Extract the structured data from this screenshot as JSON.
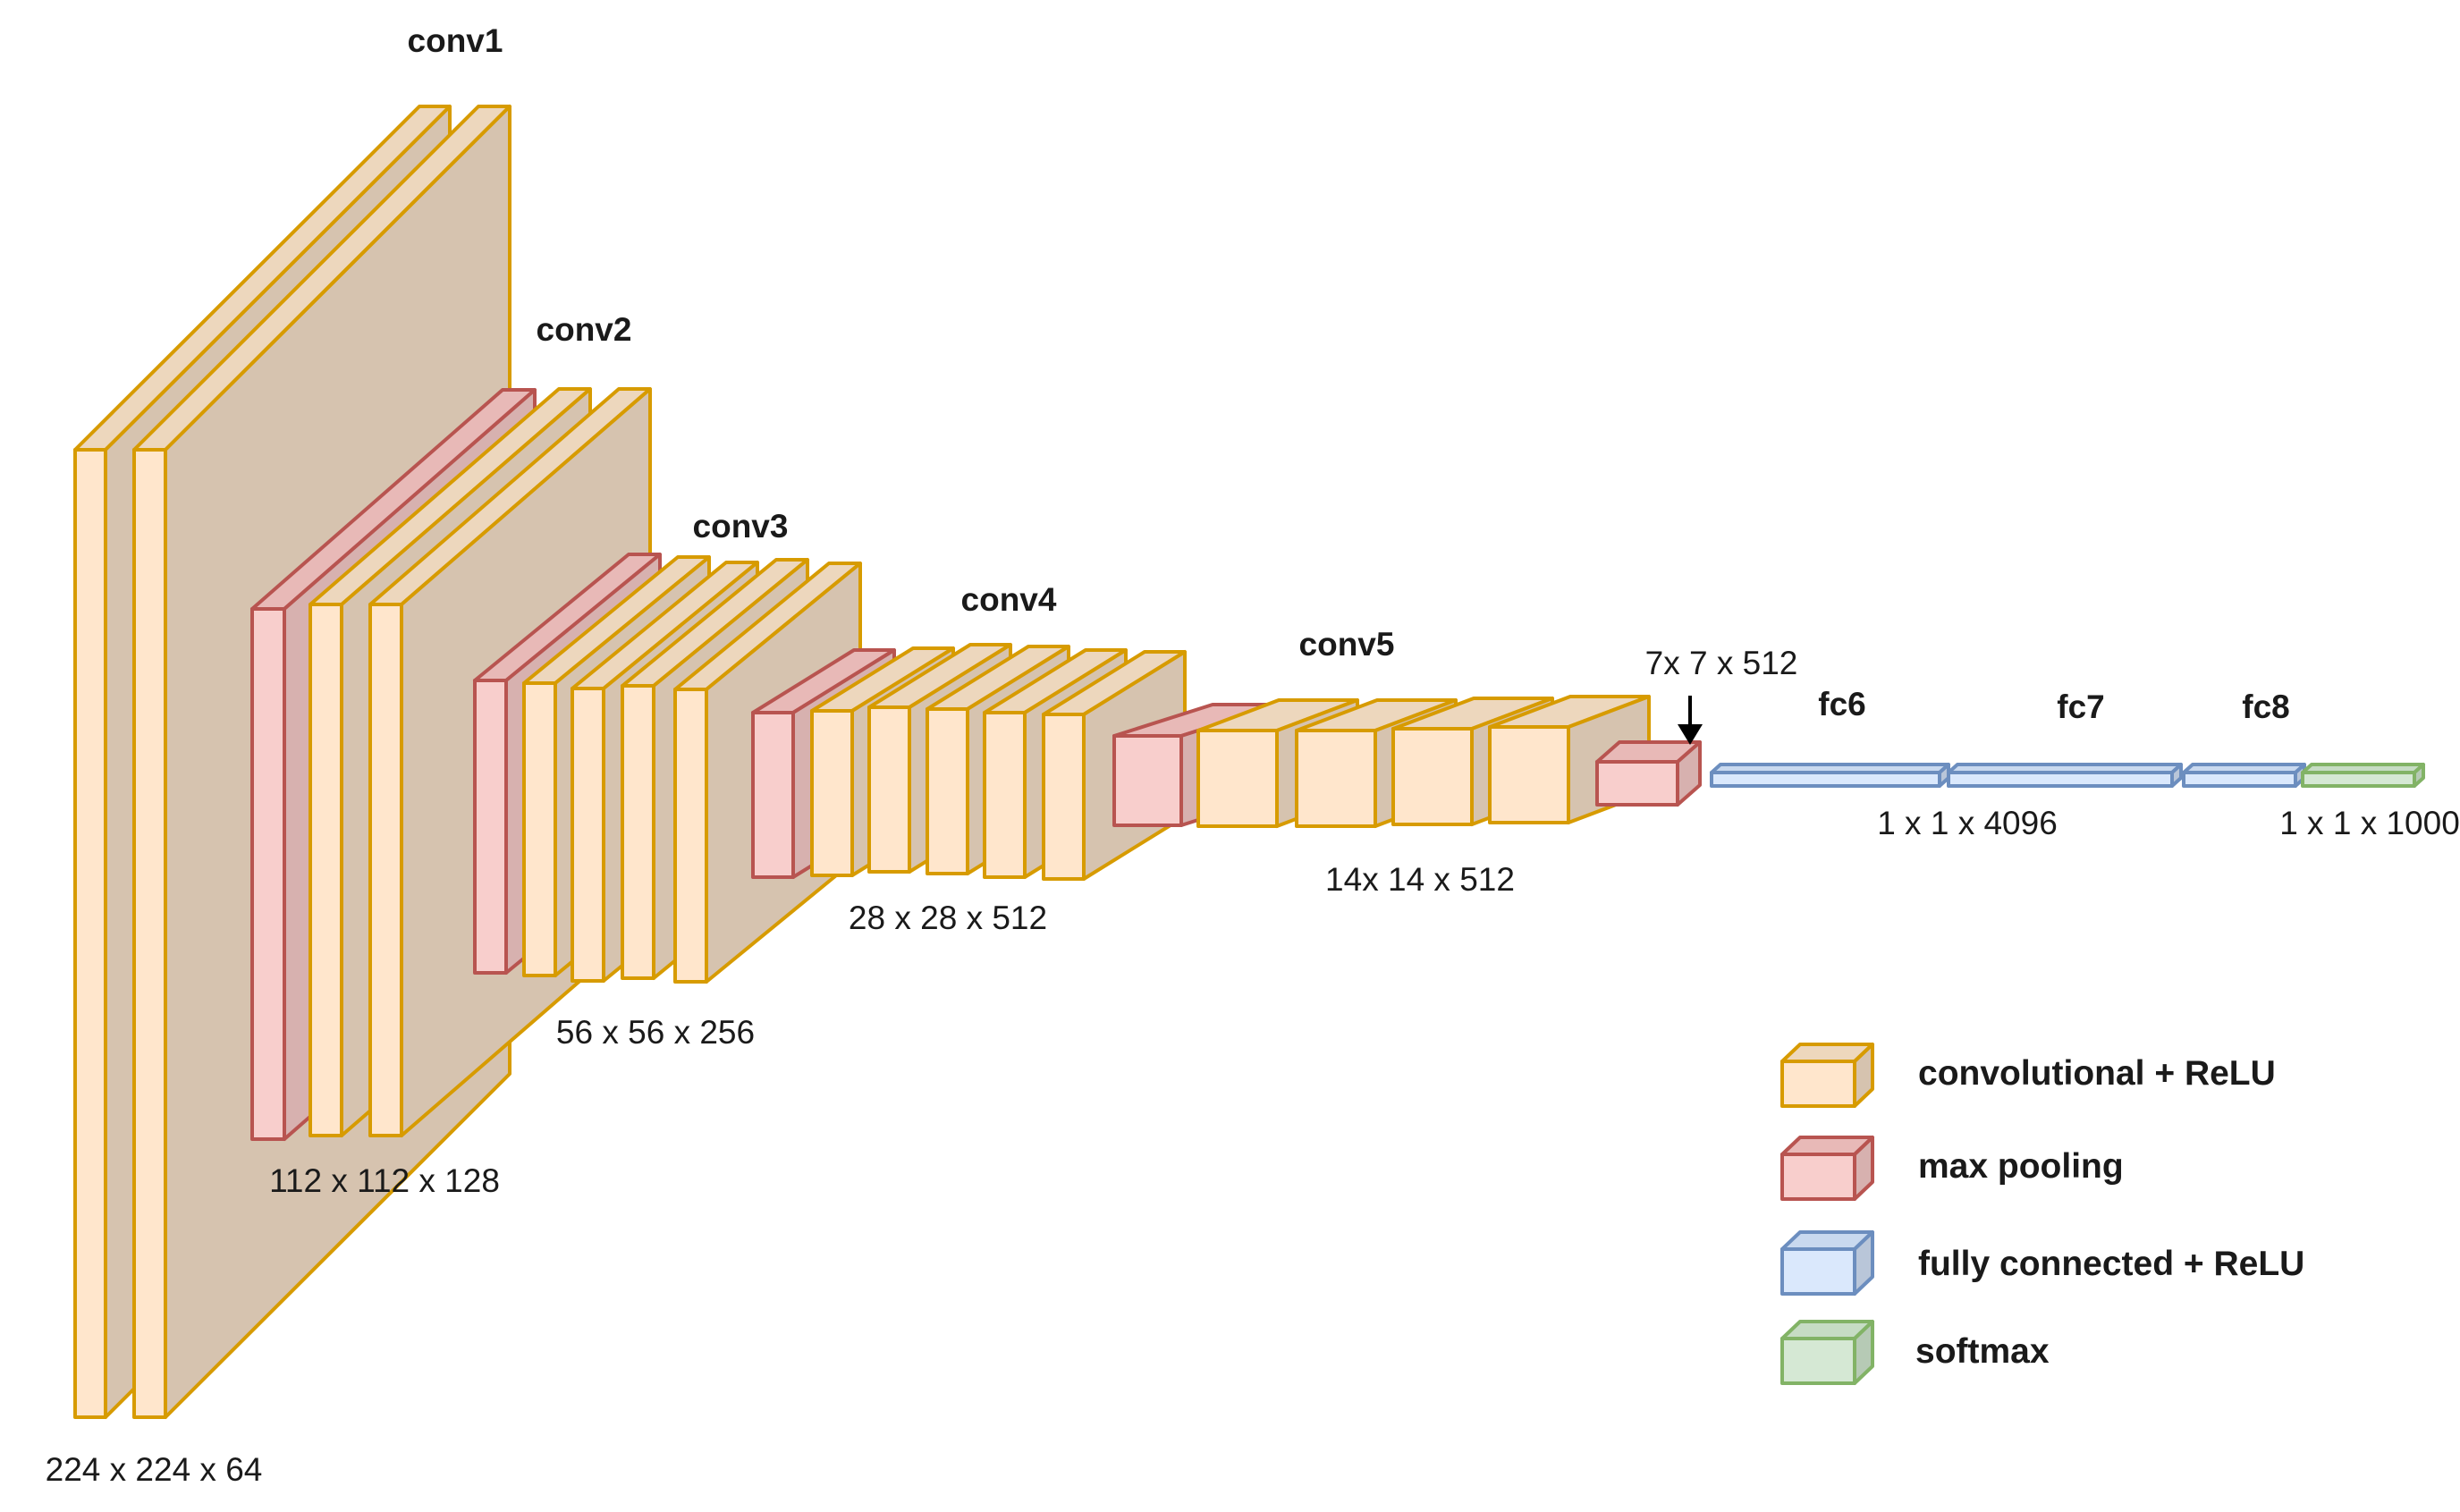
{
  "colors": {
    "conv": {
      "front": "#FFE6CC",
      "side": "#D6C3AF",
      "top": "#EDD7BD",
      "stroke": "#D79B00"
    },
    "pool": {
      "front": "#F8CECC",
      "side": "#D7B1AF",
      "top": "#E8B9B7",
      "stroke": "#B85450"
    },
    "fc": {
      "front": "#DAE8FC",
      "side": "#B9C6D9",
      "top": "#C9D9EF",
      "stroke": "#6C8EBF"
    },
    "softmax": {
      "front": "#D5E8D4",
      "side": "#B6CAB5",
      "top": "#C6DCC4",
      "stroke": "#82B366"
    },
    "arrow": "#000000"
  },
  "layer_labels": {
    "conv1": "conv1",
    "conv2": "conv2",
    "conv3": "conv3",
    "conv4": "conv4",
    "conv5": "conv5",
    "fc6": "fc6",
    "fc7": "fc7",
    "fc8": "fc8"
  },
  "dimensions": {
    "d224": "224 x 224 x 64",
    "d112": "112 x 112 x 128",
    "d56": "56 x 56 x 256",
    "d28": "28 x 28 x 512",
    "d14": "14x 14 x 512",
    "d7": "7x 7 x 512",
    "d4096": "1 x 1 x 4096",
    "d1000": "1 x 1 x 1000"
  },
  "legend": [
    {
      "type": "conv",
      "label": "convolutional + ReLU"
    },
    {
      "type": "pool",
      "label": "max pooling"
    },
    {
      "type": "fc",
      "label": "fully connected + ReLU"
    },
    {
      "type": "softmax",
      "label": "softmax"
    }
  ]
}
